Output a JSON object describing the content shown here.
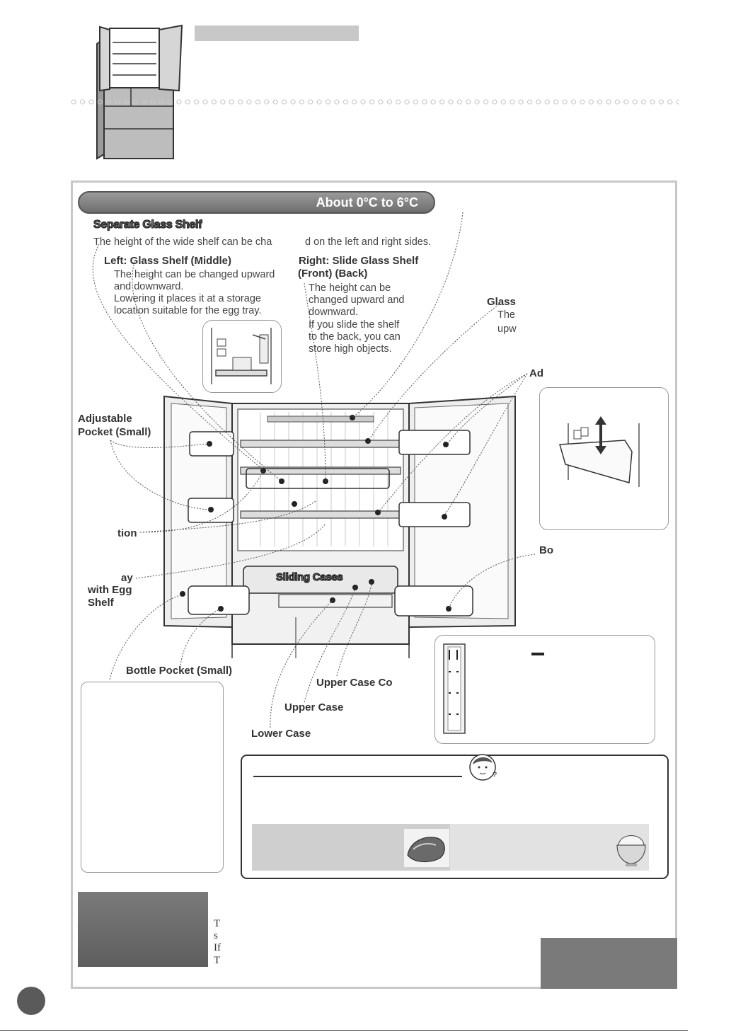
{
  "header": {
    "icon": "refrigerator-icon"
  },
  "temperature_band": {
    "label": "About 0°C to 6°C"
  },
  "separate_glass_shelf": {
    "title": "Separate Glass Shelf",
    "intro_a": "The height of the wide shelf can be cha",
    "intro_b": "d on the left and right sides.",
    "left_title": "Left: Glass Shelf (Middle)",
    "left_lines": [
      "The height can be changed upward",
      "and downward.",
      "Lowering it places it at a storage",
      "location suitable for the egg tray."
    ],
    "right_title_1": "Right: Slide Glass Shelf",
    "right_title_2": "(Front) (Back)",
    "right_lines": [
      "The height can be",
      "changed upward and",
      "downward.",
      "If you slide the shelf",
      "to the back, you can",
      "store high objects."
    ]
  },
  "glass_note": {
    "title": "Glass",
    "lines": [
      "The",
      "upw"
    ]
  },
  "adjustable_right": {
    "label": "Ad"
  },
  "labels": {
    "adjustable_pocket_small_1": "Adjustable",
    "adjustable_pocket_small_2": "Pocket (Small)",
    "tion": "tion",
    "egg_tray_1": "ay",
    "egg_tray_2": "with Egg",
    "egg_tray_3": "Shelf",
    "bottle_right": "Bo",
    "bottle_pocket_small": "Bottle Pocket (Small)",
    "upper_case_cover": "Upper Case Co",
    "upper_case": "Upper Case",
    "lower_case": "Lower Case",
    "sliding_cases": "Sliding Cases"
  },
  "footer_text": {
    "lines": [
      "T",
      "s",
      "If",
      "T"
    ]
  },
  "colors": {
    "temp_bar": "#7a7a7a",
    "frame": "#c8c8c8",
    "dark_box": "#6e6e6e"
  }
}
